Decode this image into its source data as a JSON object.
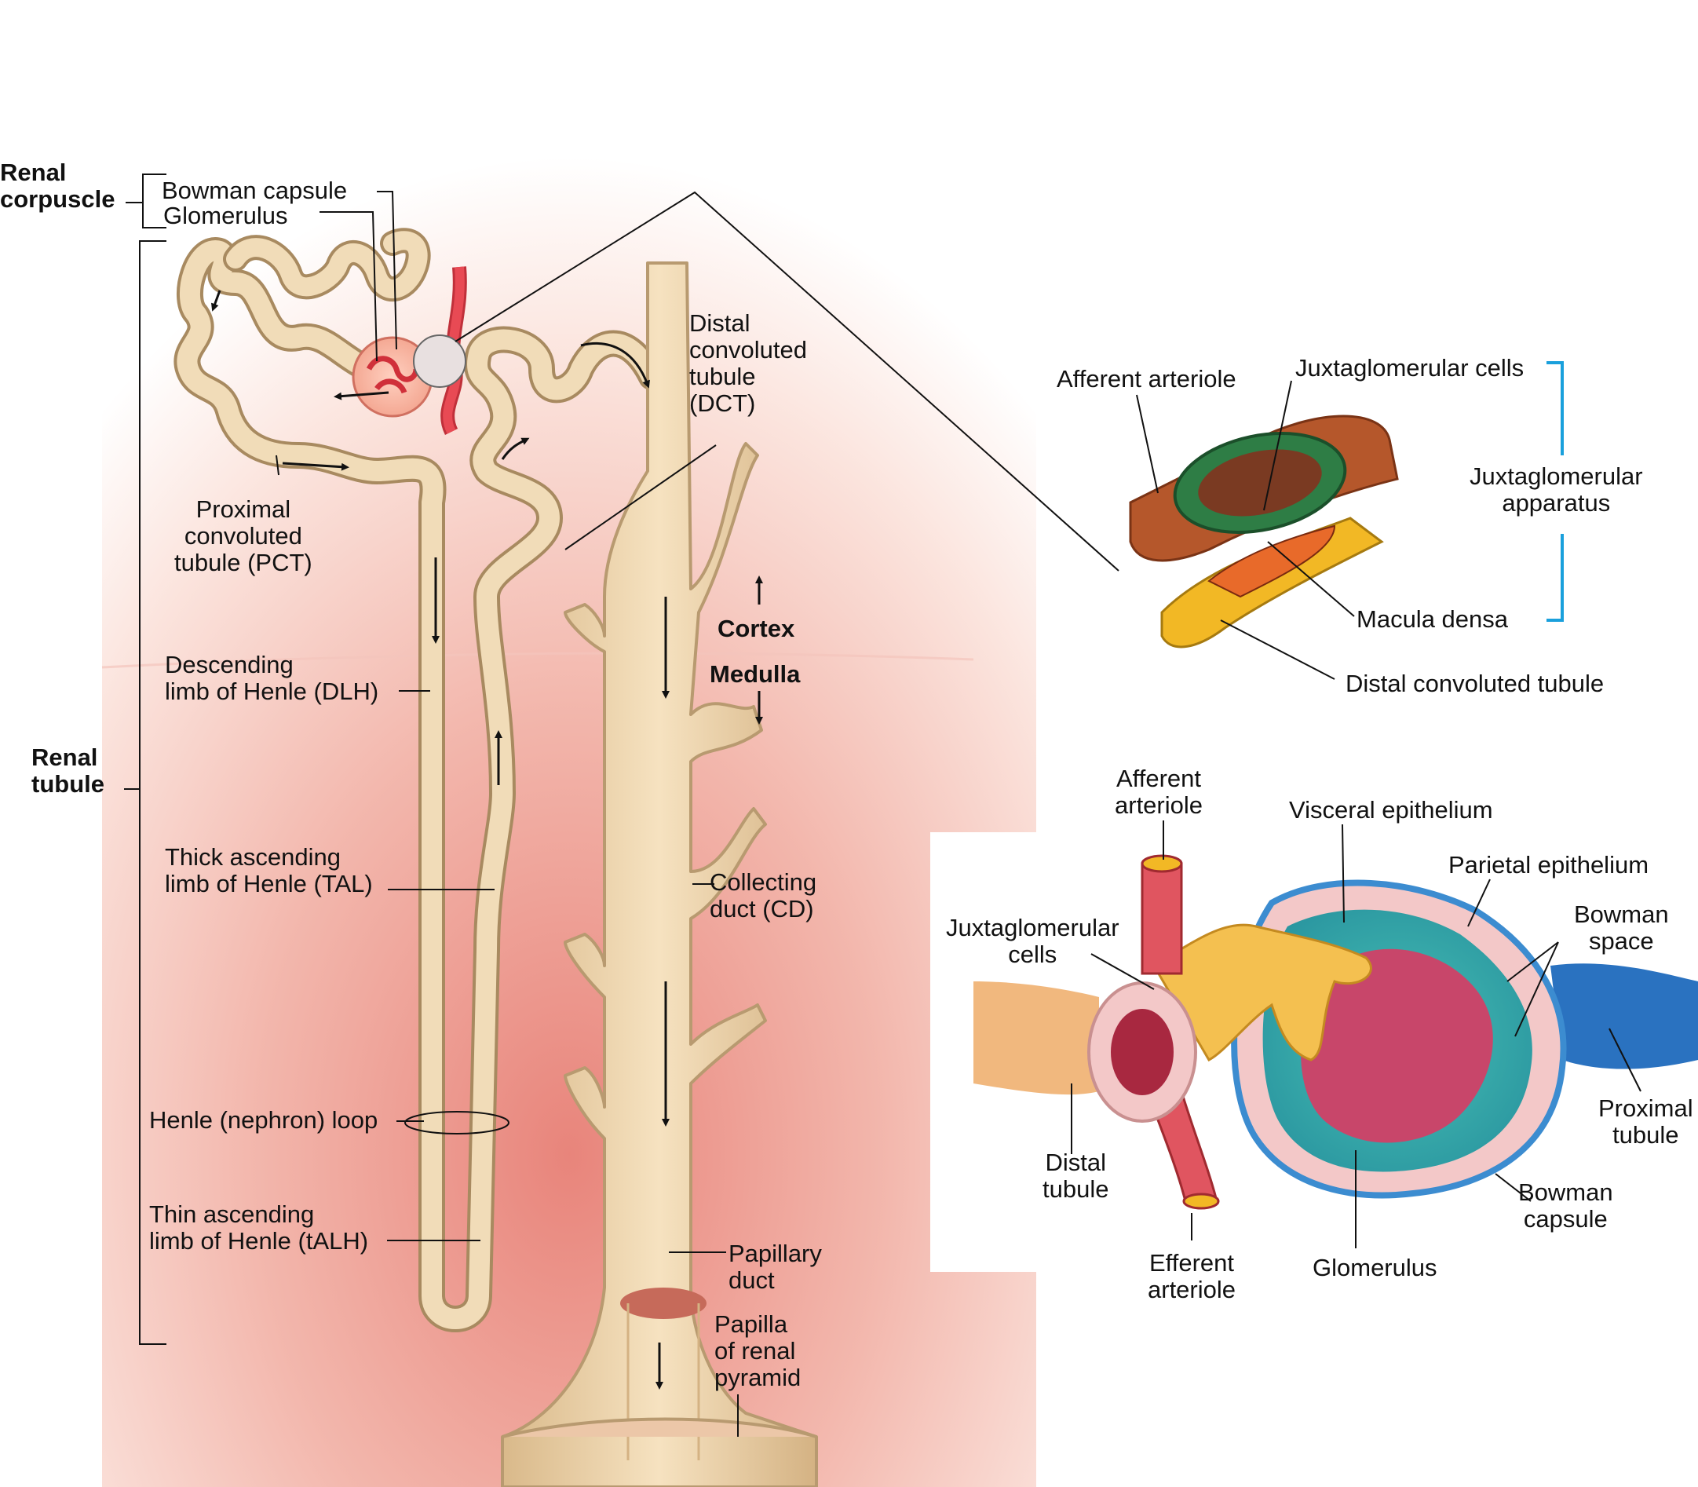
{
  "colors": {
    "tubule": "#efd7b0",
    "tubule_edge": "#b89a70",
    "vessel_red": "#e0404a",
    "cortex_bg": "#f6d6cf",
    "medulla_bg": "#e98a80",
    "jg_green": "#2e7d45",
    "arteriole_brown": "#b5572b",
    "dct_yellow": "#f2b825",
    "macula_orange": "#e86a2a",
    "bowman_blue": "#5aaedc",
    "bowman_space": "#3fb6b0",
    "glomerulus": "#c8466a",
    "bracket_blue": "#1aa0dc"
  },
  "labels": {
    "renal_corpuscle": "Renal\ncorpuscle",
    "bowman_capsule_main": "Bowman capsule",
    "glomerulus_main": "Glomerulus",
    "renal_tubule": "Renal\ntubule",
    "pct": "Proximal\nconvoluted\ntubule (PCT)",
    "dct_main": "Distal\nconvoluted\ntubule\n(DCT)",
    "dlh": "Descending\nlimb of Henle (DLH)",
    "tal": "Thick ascending\nlimb of Henle (TAL)",
    "henle_loop": "Henle (nephron) loop",
    "talh": "Thin ascending\nlimb of Henle (tALH)",
    "cortex": "Cortex",
    "medulla": "Medulla",
    "collecting_duct": "Collecting\nduct (CD)",
    "papillary_duct": "Papillary\nduct",
    "papilla": "Papilla\nof renal\npyramid",
    "jga_afferent": "Afferent arteriole",
    "jga_jg_cells": "Juxtaglomerular cells",
    "jga_apparatus": "Juxtaglomerular\napparatus",
    "jga_macula": "Macula densa",
    "jga_dct": "Distal convoluted tubule",
    "bc_afferent": "Afferent\narteriole",
    "bc_visceral": "Visceral epithelium",
    "bc_parietal": "Parietal epithelium",
    "bc_bowman_space": "Bowman\nspace",
    "bc_jg_cells": "Juxtaglomerular\ncells",
    "bc_distal": "Distal\ntubule",
    "bc_efferent": "Efferent\narteriole",
    "bc_glomerulus": "Glomerulus",
    "bc_bowman_capsule": "Bowman\ncapsule",
    "bc_proximal": "Proximal\ntubule"
  }
}
